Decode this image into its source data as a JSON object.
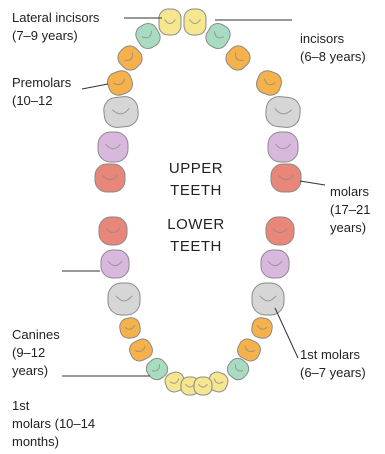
{
  "diagram": {
    "center_upper": "UPPER\nTEETH",
    "center_lower": "LOWER\nTEETH",
    "labels": {
      "lateral_incisors": "Lateral incisors\n(7–9 years)",
      "incisors": "incisors\n(6–8 years)",
      "premolars": "Premolars\n(10–12",
      "molars": "molars\n(17–21\nyears)",
      "canines": "Canines\n(9–12\nyears)",
      "first_molars_right": "1st molars\n(6–7 years)",
      "first_molars_left": "1st\nmolars (10–14\nmonths)"
    },
    "colors": {
      "incisor": "#f5e68f",
      "lateral_incisor": "#a8dcc0",
      "canine_premolar": "#f5b14a",
      "molar_grey": "#d6d6d6",
      "molar_purple": "#d9b8dd",
      "molar_red": "#e88779",
      "outline": "#8a8a8a",
      "line": "#333333"
    }
  }
}
